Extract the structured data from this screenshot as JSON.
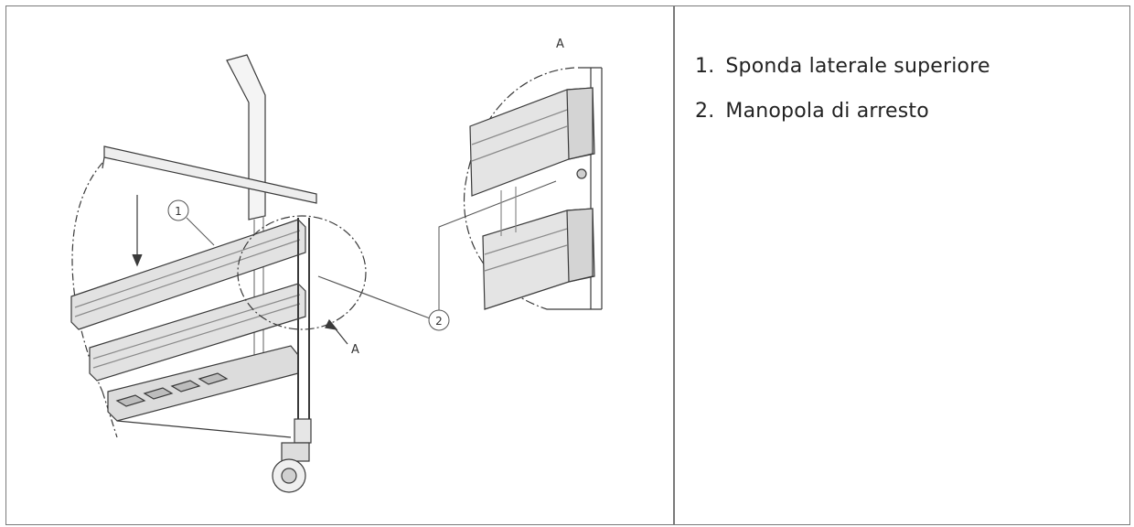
{
  "figure": {
    "detail_label_top": "A",
    "detail_label_arrow": "A",
    "callout_1": "1",
    "callout_2": "2"
  },
  "legend": {
    "items": [
      {
        "number": "1.",
        "text": "Sponda laterale superiore"
      },
      {
        "number": "2.",
        "text": "Manopola di arresto"
      }
    ]
  }
}
